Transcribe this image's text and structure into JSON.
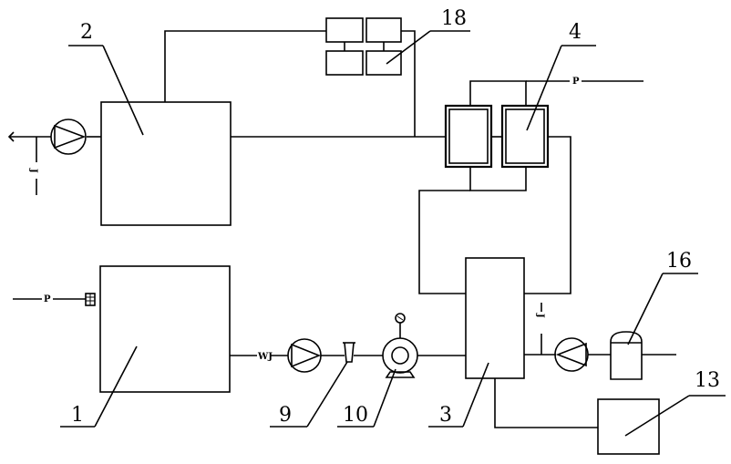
{
  "labels": {
    "n1": "1",
    "n2": "2",
    "n3": "3",
    "n4": "4",
    "n9": "9",
    "n10": "10",
    "n13": "13",
    "n16": "16",
    "n18": "18"
  },
  "tags": {
    "p_top": "P",
    "p_left": "P",
    "j_left": "J",
    "j_right": "J",
    "wj": "WJ"
  },
  "colors": {
    "line": "#000000",
    "background": "#ffffff"
  }
}
